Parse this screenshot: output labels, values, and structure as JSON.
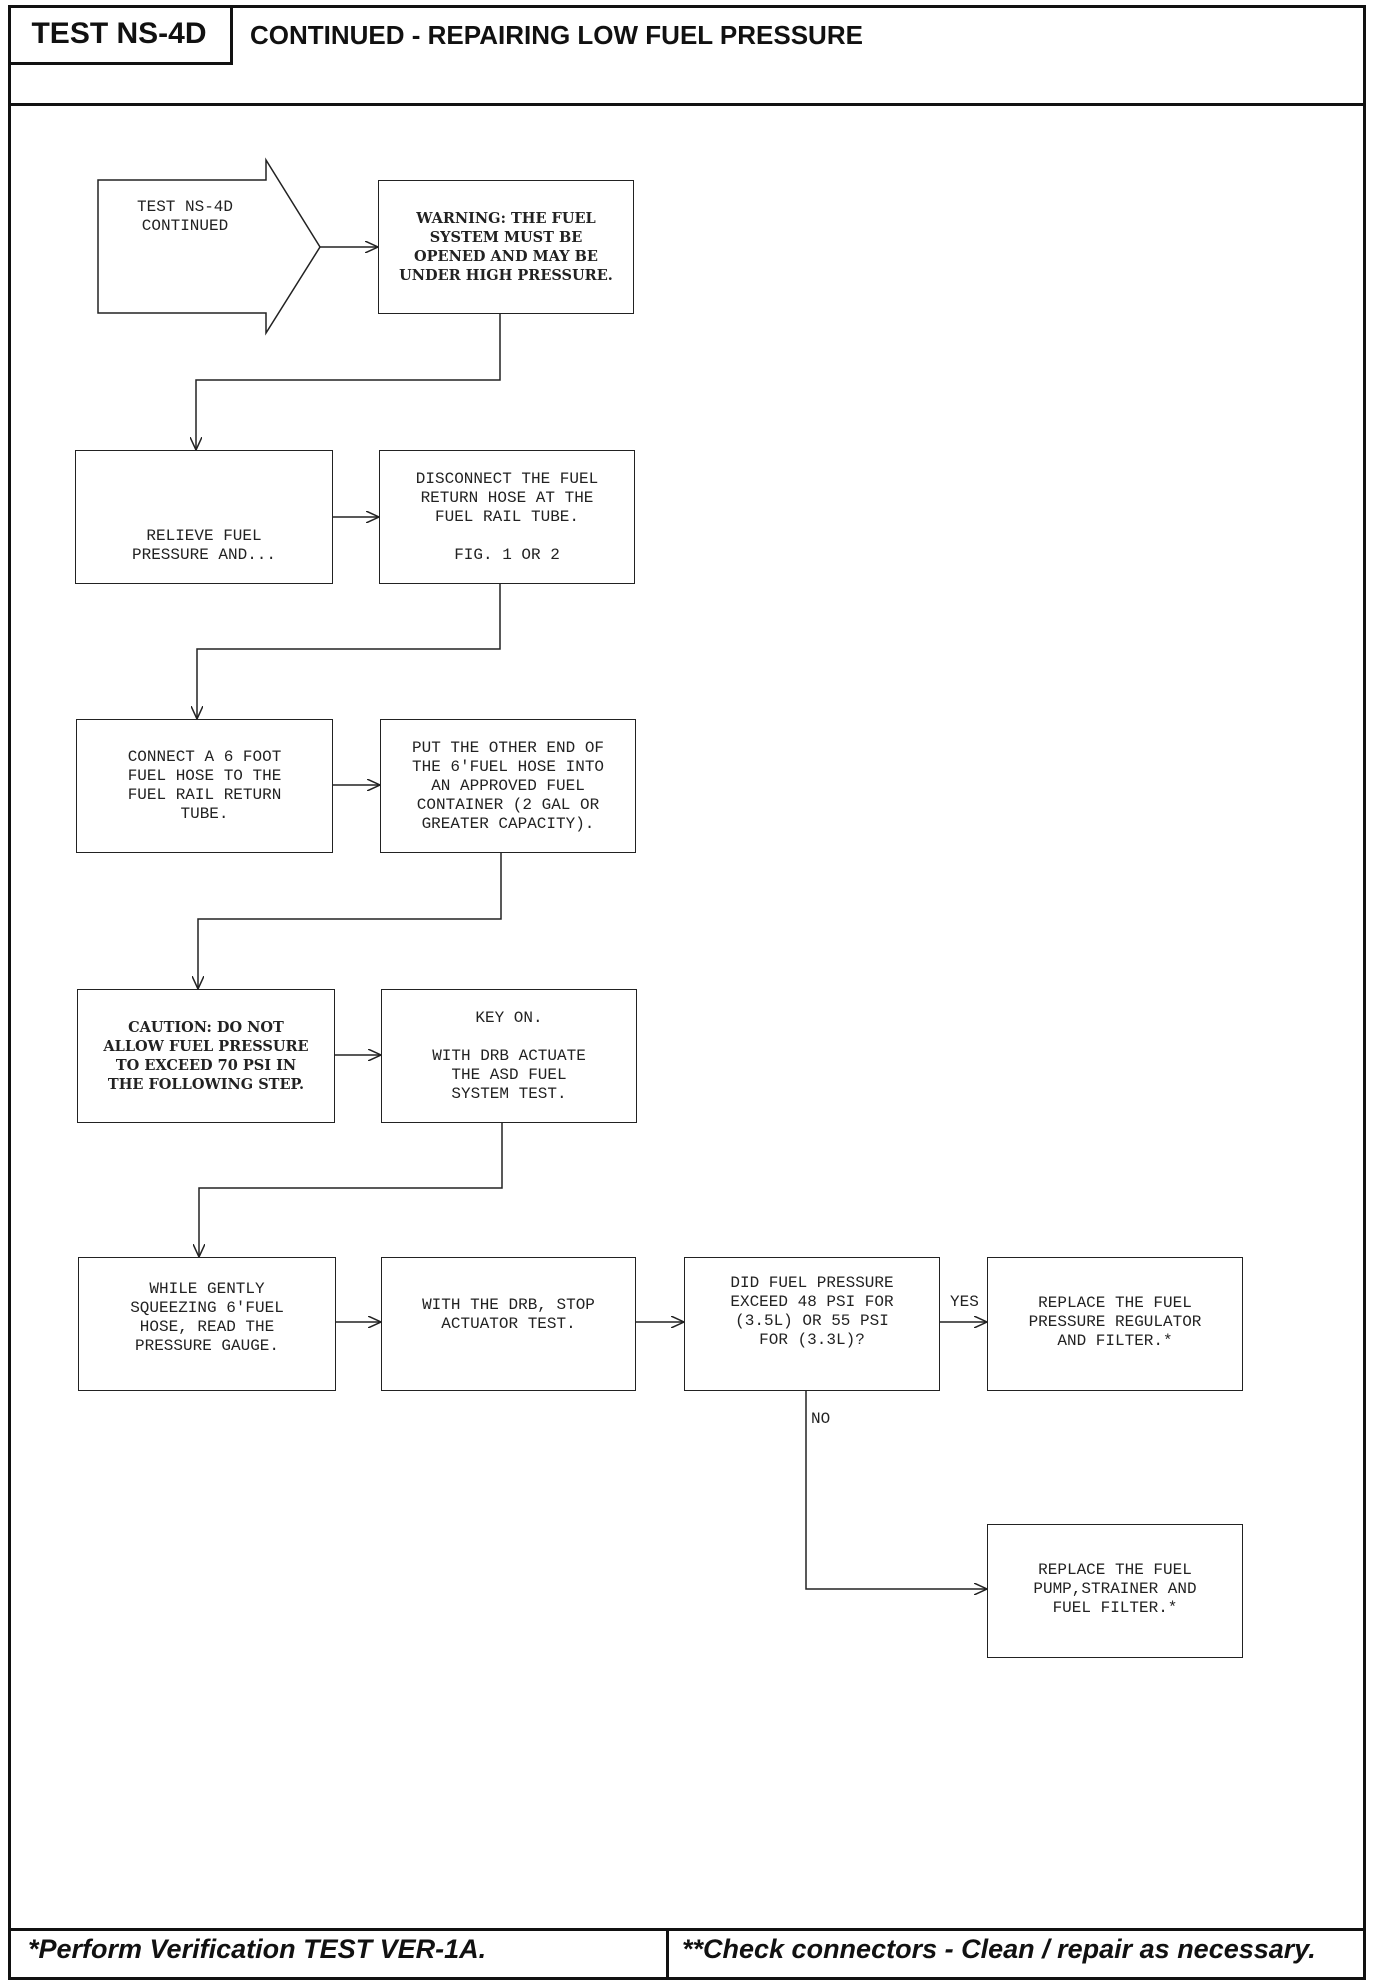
{
  "header": {
    "test_id": "TEST NS-4D",
    "title": "CONTINUED - REPAIRING LOW FUEL PRESSURE"
  },
  "diagram": {
    "entry": "TEST NS-4D\nCONTINUED",
    "nodes": {
      "warning": "WARNING: THE FUEL\nSYSTEM MUST BE\nOPENED AND MAY BE\nUNDER HIGH PRESSURE.",
      "relieve": "RELIEVE FUEL\nPRESSURE AND...",
      "disconnect": "DISCONNECT THE FUEL\nRETURN HOSE AT THE\nFUEL RAIL TUBE.\n\nFIG. 1 OR 2",
      "connect": "CONNECT A 6 FOOT\nFUEL HOSE TO THE\nFUEL RAIL RETURN\nTUBE.",
      "put_end": "PUT THE OTHER END OF\nTHE 6'FUEL HOSE INTO\nAN APPROVED FUEL\nCONTAINER (2 GAL OR\nGREATER CAPACITY).",
      "caution": "CAUTION: DO NOT\nALLOW FUEL PRESSURE\nTO EXCEED 70 PSI IN\nTHE FOLLOWING STEP.",
      "key_on": "KEY ON.\n\nWITH DRB ACTUATE\nTHE ASD FUEL\nSYSTEM TEST.",
      "squeeze": "WHILE GENTLY\nSQUEEZING 6'FUEL\nHOSE, READ THE\nPRESSURE GAUGE.",
      "stop": "WITH THE DRB, STOP\nACTUATOR TEST.",
      "question": "DID FUEL PRESSURE\nEXCEED 48 PSI FOR\n(3.5L) OR 55 PSI\nFOR (3.3L)?",
      "replace_regulator": "REPLACE THE FUEL\nPRESSURE REGULATOR\nAND FILTER.*",
      "replace_pump": "REPLACE THE FUEL\nPUMP,STRAINER AND\nFUEL FILTER.*"
    },
    "labels": {
      "yes": "YES",
      "no": "NO"
    }
  },
  "footer": {
    "left": "*Perform Verification TEST VER-1A.",
    "right": "**Check connectors - Clean / repair as necessary."
  }
}
